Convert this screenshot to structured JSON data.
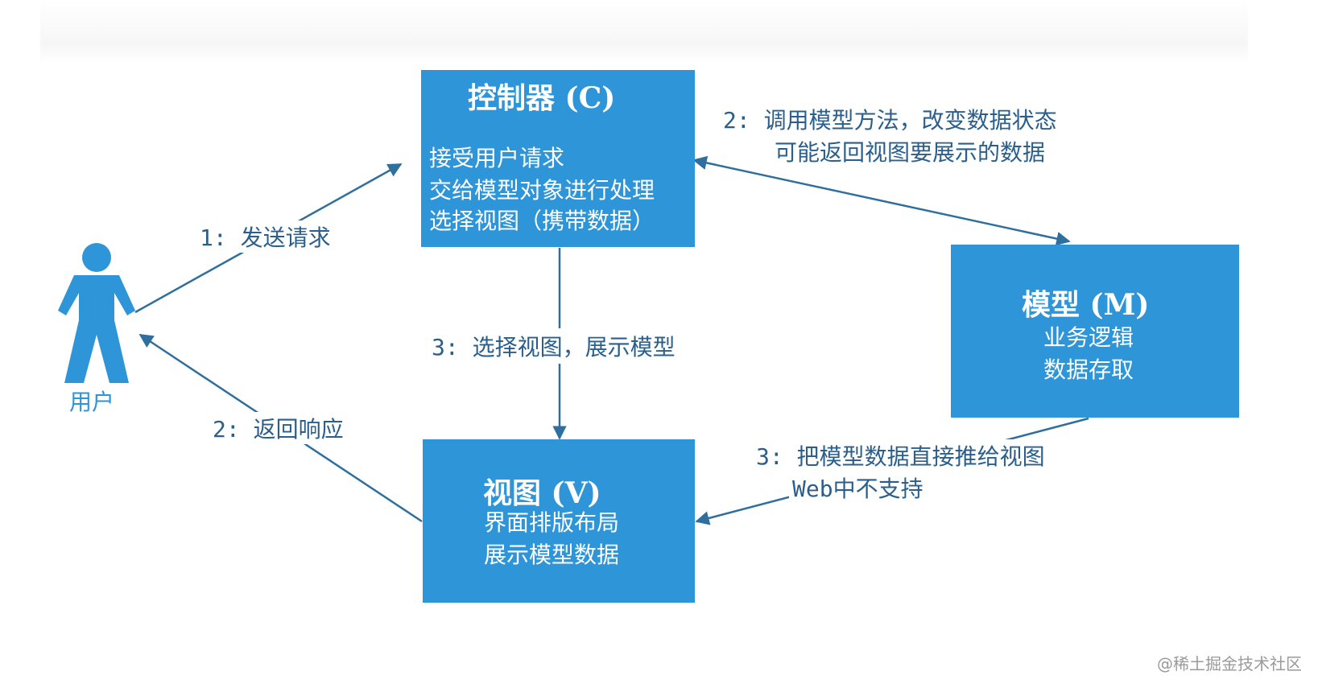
{
  "controller": {
    "title": "控制器 (C)",
    "lines": [
      "接受用户请求",
      "交给模型对象进行处理",
      "选择视图（携带数据）"
    ]
  },
  "model": {
    "title": "模型 (M)",
    "lines": [
      "业务逻辑",
      "数据存取"
    ]
  },
  "view": {
    "title": "视图 (V)",
    "lines": [
      "界面排版布局",
      "展示模型数据"
    ]
  },
  "user": {
    "label": "用户"
  },
  "edges": {
    "send_request": "1: 发送请求",
    "return_response": "2: 返回响应",
    "call_model_line1": "2: 调用模型方法，改变数据状态",
    "call_model_line2": "可能返回视图要展示的数据",
    "select_view": "3: 选择视图，展示模型",
    "push_data_line1": "3: 把模型数据直接推给视图",
    "push_data_line2": "Web中不支持"
  },
  "watermark": "@稀土掘金技术社区",
  "colors": {
    "box": "#2d95d8",
    "arrow": "#2e6f9e",
    "label": "#2a5f8c"
  }
}
